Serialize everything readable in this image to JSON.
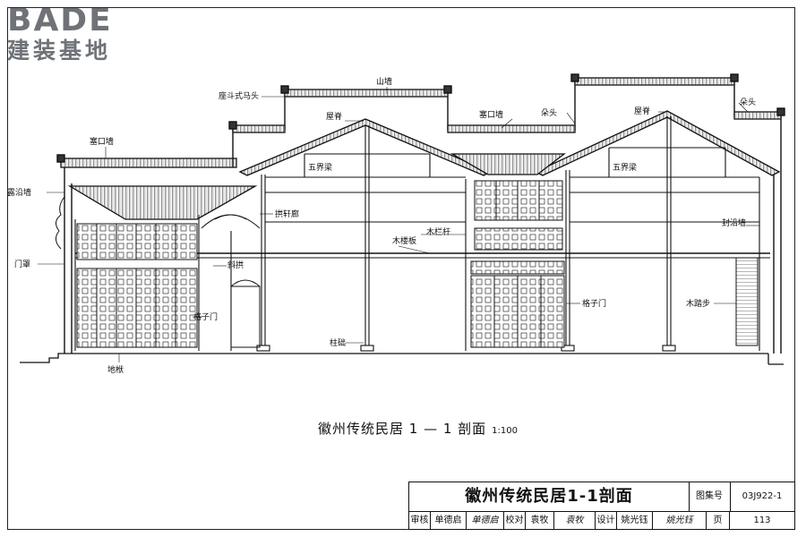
{
  "logo": {
    "brand": "BADE",
    "subtitle": "建装基地"
  },
  "labels": {
    "shanqiang": "山墙",
    "zuodou": "座斗式马头",
    "wuji_left": "屋脊",
    "saikou_mid": "塞口墙",
    "duotou_mid": "朵头",
    "wuji_right": "屋脊",
    "duotou_right": "朵头",
    "saikou_left": "塞口墙",
    "wujieliang_left": "五界梁",
    "wujieliang_right": "五界梁",
    "luyanqiang": "露沿墙",
    "gongxuanlang": "拱轩廊",
    "mulanggan": "木栏杆",
    "mulouban": "木楼板",
    "fengyanqiang": "封沿墙",
    "menzhao": "门罩",
    "xiegong": "斜拱",
    "gezimen_left": "格子门",
    "gezimen_right": "格子门",
    "mutabu": "木踏步",
    "zhuchu": "柱础",
    "difu": "地栿"
  },
  "caption": {
    "title": "徽州传统民居 1 — 1 剖面",
    "scale": "1:100"
  },
  "title_block": {
    "title": "徽州传统民居1-1剖面",
    "atlas_label": "图集号",
    "atlas_number": "03J922-1",
    "review_label": "审核",
    "reviewer": "单德启",
    "reviewer_sign": "单德启",
    "check_label": "校对",
    "checker": "袁牧",
    "checker_sign": "袁牧",
    "design_label": "设计",
    "designer": "姚光钰",
    "designer_sign": "姚光钰",
    "page_label": "页",
    "page_number": "113"
  },
  "colors": {
    "line": "#1a1a1a",
    "roof": "#6a6a6a",
    "logo": "#6f7378"
  }
}
